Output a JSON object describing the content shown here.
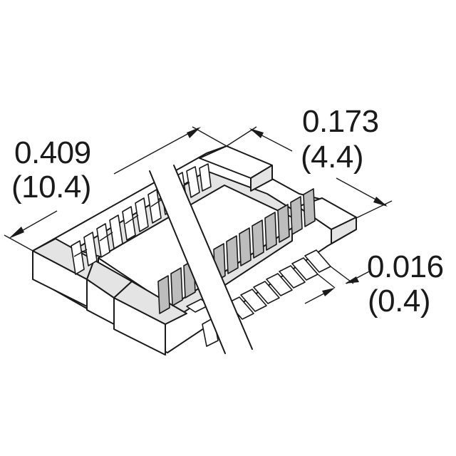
{
  "dimensions": {
    "length": {
      "inch": "0.409",
      "mm": "(10.4)"
    },
    "width": {
      "inch": "0.173",
      "mm": "(4.4)"
    },
    "pitch": {
      "inch": "0.016",
      "mm": "(0.4)"
    }
  },
  "colors": {
    "line": "#1a1a1a",
    "background": "#ffffff"
  }
}
